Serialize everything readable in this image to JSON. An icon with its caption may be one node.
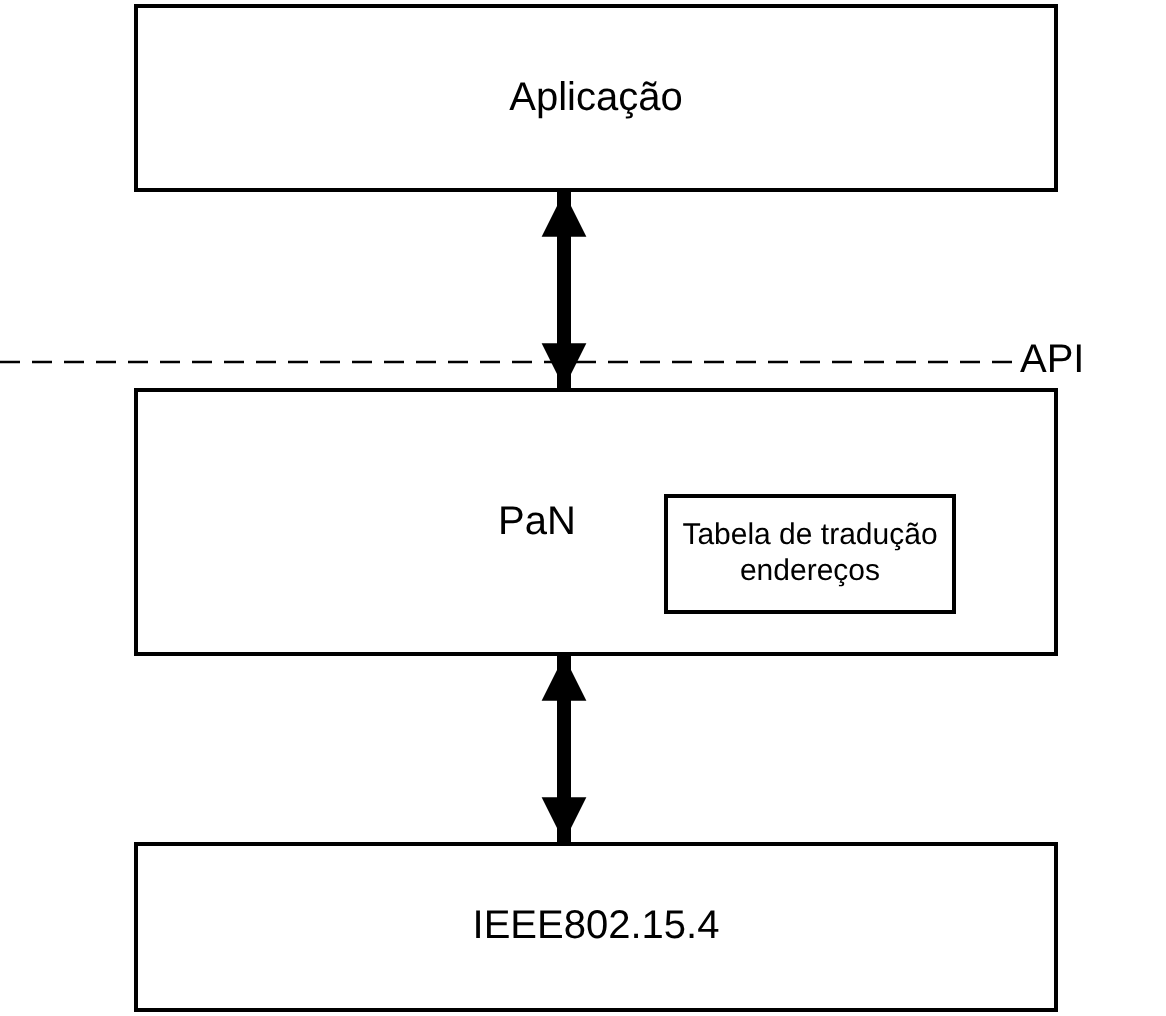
{
  "diagram": {
    "nodes": [
      {
        "text": [
          "Aplicação"
        ]
      },
      {
        "text": [
          "PaN"
        ]
      },
      {
        "text": [
          "Tabela de tradução endereços"
        ],
        "in": 1
      },
      {
        "text": [
          "IEEE802.15.4"
        ]
      }
    ],
    "edges": [
      {
        "from": 0,
        "to": 1,
        "arrow": "both"
      },
      {
        "from": 1,
        "to": 3,
        "arrow": "both"
      }
    ],
    "labels": [
      "API"
    ]
  }
}
